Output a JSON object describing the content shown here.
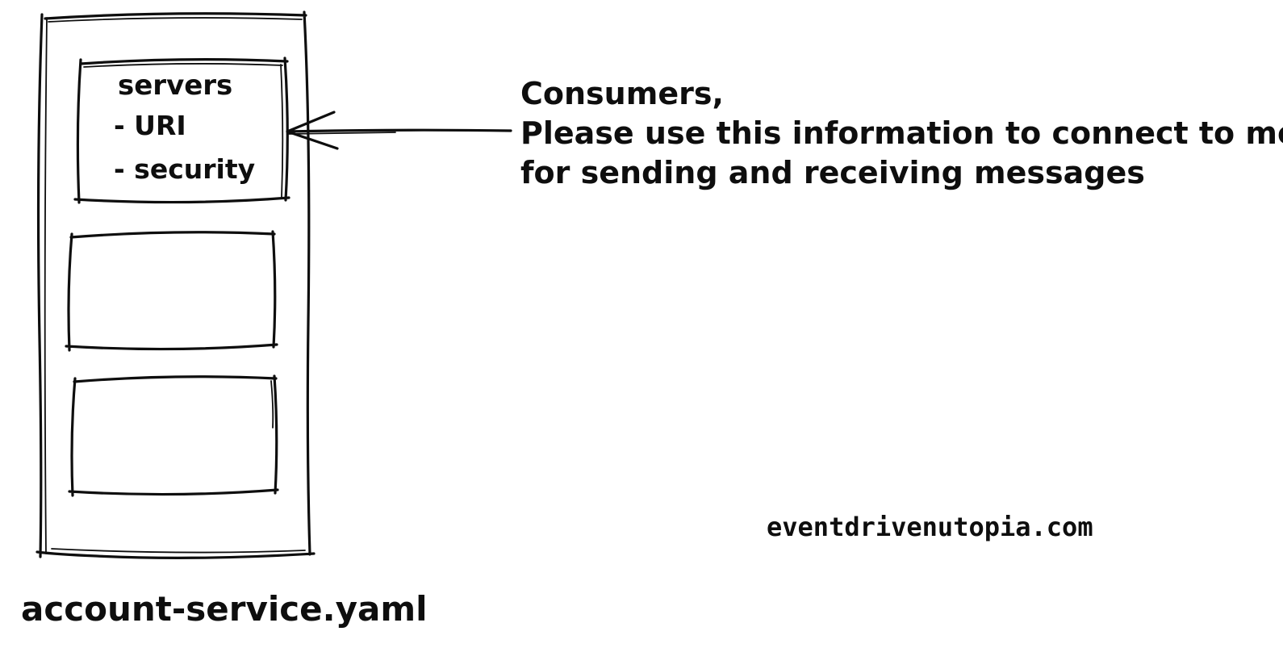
{
  "page": {
    "background": "#ffffff",
    "ink_color": "#0e0e0e"
  },
  "diagram": {
    "file_label": "account-service.yaml",
    "watermark": "eventdrivenutopia.com",
    "servers_box": {
      "title": "servers",
      "items": [
        "- URI",
        "- security"
      ]
    },
    "empty_box_count": 2,
    "annotation": {
      "lines": [
        "Consumers,",
        "Please use this information to connect to me",
        "for sending and receiving messages"
      ]
    }
  }
}
